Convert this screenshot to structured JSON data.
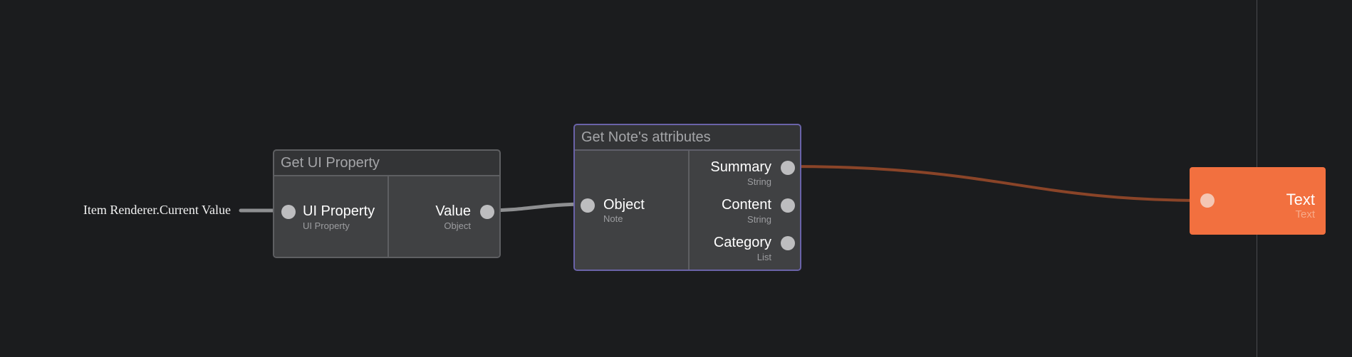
{
  "external_input": {
    "label": "Item Renderer.Current Value"
  },
  "nodes": {
    "get_ui_property": {
      "title": "Get UI Property",
      "input": {
        "name": "UI Property",
        "type": "UI Property"
      },
      "output": {
        "name": "Value",
        "type": "Object"
      }
    },
    "get_note_attributes": {
      "title": "Get Note's attributes",
      "input": {
        "name": "Object",
        "type": "Note"
      },
      "outputs": [
        {
          "name": "Summary",
          "type": "String"
        },
        {
          "name": "Content",
          "type": "String"
        },
        {
          "name": "Category",
          "type": "List"
        }
      ]
    },
    "text": {
      "input": {
        "name": "Text",
        "type": "Text"
      }
    }
  },
  "colors": {
    "background": "#1b1c1e",
    "node_border": "#5e5f62",
    "selected_border": "#6a63a8",
    "text_node": "#f2703f",
    "wire_gray": "#8e8f91",
    "wire_orange": "#8a4428"
  }
}
